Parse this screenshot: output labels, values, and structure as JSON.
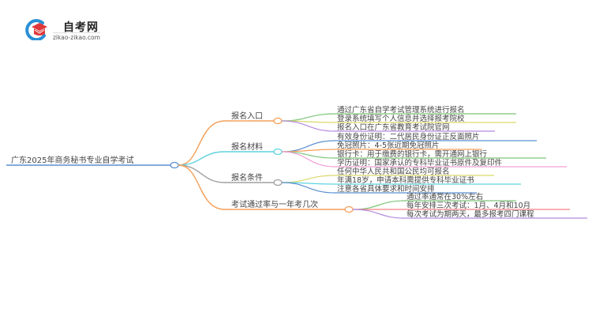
{
  "logo": {
    "title": "自考网",
    "subtitle": "zikao-zikao.com",
    "colors": {
      "ring": "#2a8fd6",
      "cap": "#e0383b"
    }
  },
  "mindmap": {
    "root": {
      "label": "广东2025年商务秘书专业自学考试",
      "color": "#5b8fd1"
    },
    "branches": [
      {
        "label": "报名入口",
        "color": "#f5a05a",
        "leaves": [
          {
            "label": "通过广东省自学考试管理系统进行报名",
            "color": "#7cc576"
          },
          {
            "label": "登录系统填写个人信息并选择报考院校",
            "color": "#d9d96a"
          },
          {
            "label": "报名入口在广东省教育考试院官网",
            "color": "#b58be0"
          }
        ]
      },
      {
        "label": "报名材料",
        "color": "#5fd3e0",
        "leaves": [
          {
            "label": "有效身份证明：二代居民身份证正反面照片",
            "color": "#5b8fd1"
          },
          {
            "label": "免冠照片：4-5张近期免冠照片",
            "color": "#f5a05a"
          },
          {
            "label": "银行卡：用于缴费的银行卡，需开通网上银行",
            "color": "#7cc576"
          },
          {
            "label": "学历证明：国家承认的专科毕业证书原件及复印件",
            "color": "#f0a0d8"
          }
        ]
      },
      {
        "label": "报名条件",
        "color": "#a0a0a0",
        "leaves": [
          {
            "label": "任何中华人民共和国公民均可报名",
            "color": "#d9d96a"
          },
          {
            "label": "年满18岁，申请本科需提供专科毕业证书",
            "color": "#5fd3e0"
          },
          {
            "label": "注意各省具体要求和时间安排",
            "color": "#5b8fd1"
          }
        ]
      },
      {
        "label": "考试通过率与一年考几次",
        "color": "#f5a05a",
        "leaves": [
          {
            "label": "通过率通常在30%左右",
            "color": "#7cc576"
          },
          {
            "label": "每年安排三次考试：1月、4月和10月",
            "color": "#f08080"
          },
          {
            "label": "每次考试为期两天，最多报考四门课程",
            "color": "#b58be0"
          }
        ]
      }
    ]
  }
}
